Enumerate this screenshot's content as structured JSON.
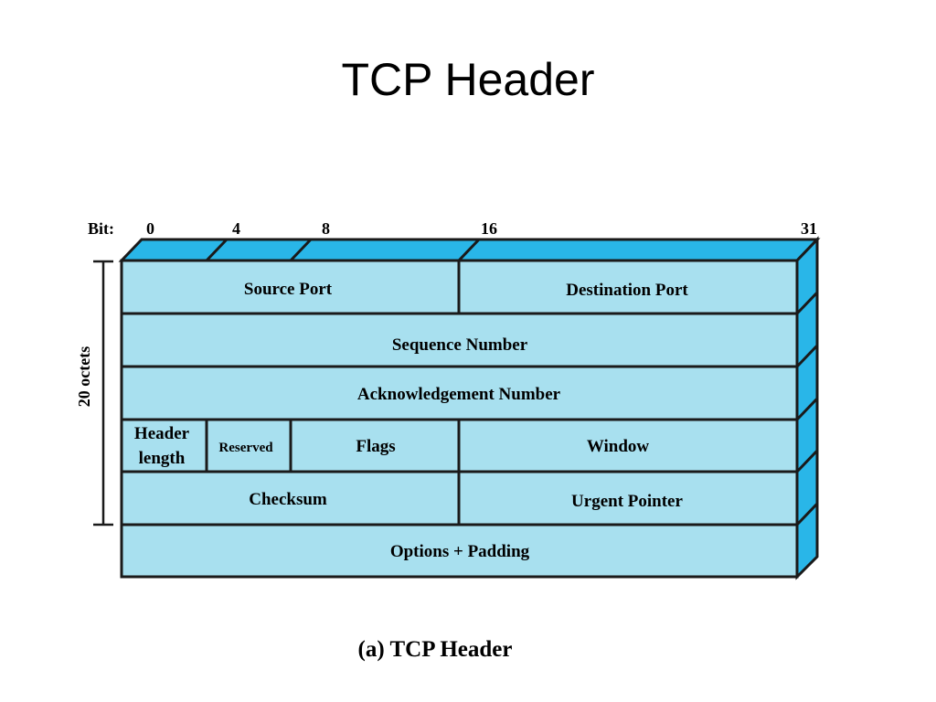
{
  "slide": {
    "title": "TCP Header"
  },
  "diagram": {
    "bit_label": "Bit:",
    "bit_ticks": [
      "0",
      "4",
      "8",
      "16",
      "31"
    ],
    "octets_label": "20 octets",
    "fields": {
      "source_port": "Source Port",
      "destination_port": "Destination Port",
      "sequence_number": "Sequence Number",
      "acknowledgement_number": "Acknowledgement Number",
      "header_length_line1": "Header",
      "header_length_line2": "length",
      "reserved": "Reserved",
      "flags": "Flags",
      "window": "Window",
      "checksum": "Checksum",
      "urgent_pointer": "Urgent Pointer",
      "options_padding": "Options + Padding"
    },
    "caption": "(a) TCP Header",
    "colors": {
      "front_fill": "#a8e0ef",
      "depth_fill": "#29b6e8",
      "stroke": "#1a1a1a"
    }
  }
}
